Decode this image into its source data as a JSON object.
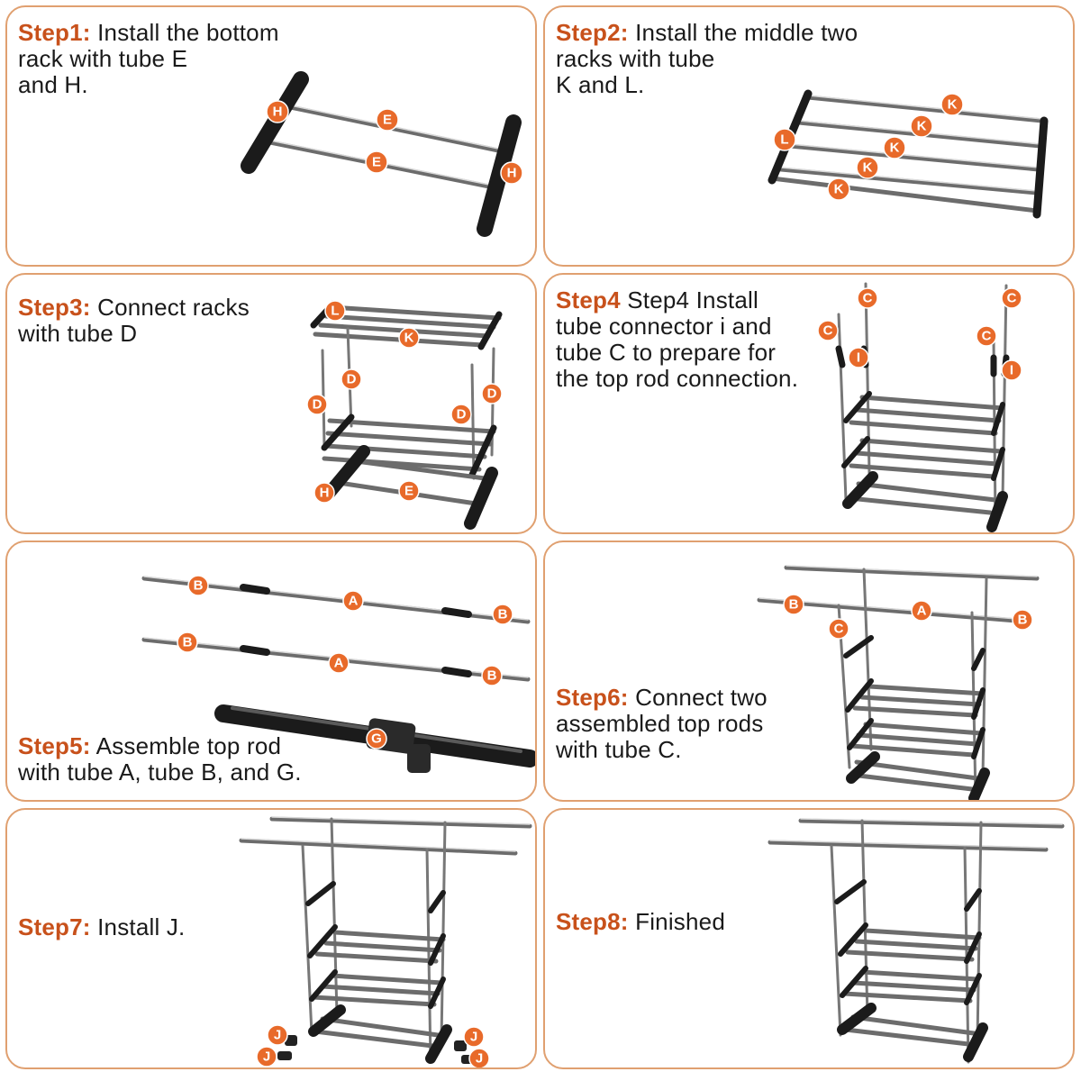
{
  "panels": [
    {
      "step": "Step1:",
      "text": [
        "Install the bottom",
        "rack with tube E",
        "and H."
      ],
      "labels": [
        "H",
        "E",
        "E",
        "H"
      ]
    },
    {
      "step": "Step2:",
      "text": [
        "Install the middle two",
        "racks with tube",
        "K and L."
      ],
      "labels": [
        "K",
        "K",
        "K",
        "K",
        "K",
        "L"
      ]
    },
    {
      "step": "Step3:",
      "text": [
        "Connect racks",
        "with tube D"
      ],
      "labels": [
        "L",
        "K",
        "D",
        "D",
        "D",
        "D",
        "H",
        "E"
      ]
    },
    {
      "step": "Step4",
      "text": [
        "Step4 Install",
        "tube connector i and",
        "tube C to prepare for",
        "the top rod connection."
      ],
      "labels": [
        "C",
        "C",
        "C",
        "C",
        "I",
        "I"
      ]
    },
    {
      "step": "Step5:",
      "text": [
        "Assemble top rod",
        "with tube A, tube B, and G."
      ],
      "labels": [
        "B",
        "A",
        "B",
        "B",
        "A",
        "B",
        "G"
      ]
    },
    {
      "step": "Step6:",
      "text": [
        "Connect two",
        "assembled top rods",
        "with tube C."
      ],
      "labels": [
        "B",
        "A",
        "B",
        "C"
      ]
    },
    {
      "step": "Step7:",
      "text": [
        "Install J."
      ],
      "labels": [
        "J",
        "J",
        "J",
        "J"
      ]
    },
    {
      "step": "Step8:",
      "text": [
        "Finished"
      ],
      "labels": []
    }
  ],
  "colors": {
    "accent": "#c8511b",
    "badge": "#e86a2a",
    "border": "#e0a070",
    "rack_metal": "#6c6c6c",
    "rack_black": "#1b1b1b"
  }
}
